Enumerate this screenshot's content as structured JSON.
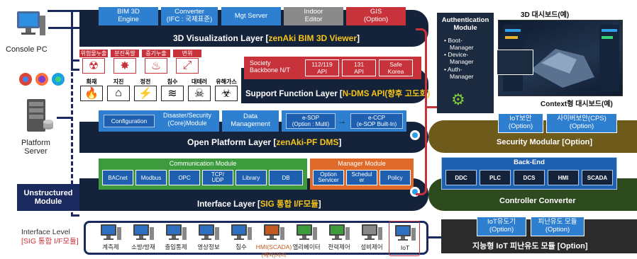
{
  "left": {
    "console_pc": "Console PC",
    "platform_server_line1": "Platform",
    "platform_server_line2": "Server",
    "unstructured_line1": "Unstructured",
    "unstructured_line2": "Module",
    "interface_level_line1": "Interface Level",
    "interface_level_line2": "[SIG 통합 I/F모듈]"
  },
  "viz": {
    "title_pre": "3D Visualization Layer [",
    "title_hl": "zenAki BIM 3D Viewer",
    "title_post": "]",
    "boxes": [
      {
        "l1": "BIM 3D",
        "l2": "Engine"
      },
      {
        "l1": "Converter",
        "l2": "(IFC : 국제표준)"
      },
      {
        "l1": "Mgt Server",
        "l2": ""
      },
      {
        "l1": "Indoor",
        "l2": "Editor"
      },
      {
        "l1": "GIS",
        "l2": "(Option)"
      }
    ]
  },
  "support": {
    "title_pre": "Support Function Layer [",
    "title_hl": "N-DMS API(향후 고도화)",
    "title_post": "]",
    "society_l1": "Society",
    "society_l2": "Backbone N/T",
    "apis": [
      {
        "l1": "112/119",
        "l2": "API"
      },
      {
        "l1": "131",
        "l2": "API"
      },
      {
        "l1": "Safe",
        "l2": "Korea"
      }
    ],
    "top_icons": [
      "위험물누출",
      "분진폭발",
      "증기누출",
      "변위"
    ],
    "bottom_icons": [
      "화재",
      "지진",
      "정전",
      "침수",
      "대테러",
      "유해가스"
    ]
  },
  "platform": {
    "title_pre": "Open Platform Layer [",
    "title_hl": "zenAki-PF DMS",
    "title_post": "]",
    "config": "Configuration",
    "disaster_l1": "Disaster/Security",
    "disaster_l2": "(Core)Module",
    "data_l1": "Data",
    "data_l2": "Management",
    "esop_l1": "e-SOP",
    "esop_l2": "(Option : Multi)",
    "eccp_l1": "e-CCP",
    "eccp_l2": "(e-SOP Built-In)"
  },
  "interface": {
    "title_pre": "Interface Layer [",
    "title_hl": "SIG 통합 I/F모듈",
    "title_post": "]",
    "comm_title": "Communication Module",
    "comm_items": [
      {
        "l1": "BACnet",
        "l2": ""
      },
      {
        "l1": "Modbus",
        "l2": ""
      },
      {
        "l1": "OPC",
        "l2": ""
      },
      {
        "l1": "TCP/",
        "l2": "UDP"
      },
      {
        "l1": "Library",
        "l2": ""
      },
      {
        "l1": "DB",
        "l2": ""
      }
    ],
    "mgr_title": "Manager Module",
    "mgr_items": [
      {
        "l1": "Option",
        "l2": "Servicer"
      },
      {
        "l1": "Schedul",
        "l2": "er"
      },
      {
        "l1": "Policy",
        "l2": ""
      }
    ]
  },
  "auth": {
    "title_l1": "Authentication",
    "title_l2": "Module",
    "items": [
      "Boot-",
      "Manager",
      "Device-",
      "Manager",
      "Auth-",
      "Manager"
    ]
  },
  "dashboards": {
    "d3": "3D 대시보드(예)",
    "context": "Context형 대시보드(예)"
  },
  "security": {
    "title": "Security Modular [Option]",
    "iot_l1": "IoT보안",
    "iot_l2": "(Option)",
    "cyber_l1": "사이버보안(CPS)",
    "cyber_l2": "(Option)"
  },
  "controller": {
    "backend": "Back-End",
    "items": [
      "DDC",
      "PLC",
      "DCS",
      "HMI",
      "SCADA"
    ],
    "title": "Controller Converter"
  },
  "iot_module": {
    "title": "지능형 IoT 피난유도 모듈 [Option]",
    "b1_l1": "IoT유도기",
    "b1_l2": "(Option)",
    "b2_l1": "피난유도 모듈",
    "b2_l2": "(Option)"
  },
  "devices": [
    {
      "label": "계측제",
      "sub": "",
      "color": "#2f6fc0"
    },
    {
      "label": "소방/방재",
      "sub": "",
      "color": "#2f6fc0"
    },
    {
      "label": "출입통제",
      "sub": "",
      "color": "#2f6fc0"
    },
    {
      "label": "영상정보",
      "sub": "",
      "color": "#2f6fc0"
    },
    {
      "label": "침수",
      "sub": "",
      "color": "#2f6fc0"
    },
    {
      "label": "HMI(SCADA)",
      "sub": "(예외)처리",
      "color": "#c05a20"
    },
    {
      "label": "엘리베이터",
      "sub": "",
      "color": "#3d9a3d"
    },
    {
      "label": "전력제어",
      "sub": "",
      "color": "#3d9a3d"
    },
    {
      "label": "설비제어",
      "sub": "",
      "color": "#888888"
    },
    {
      "label": "IoT",
      "sub": "",
      "color": "#2f6fc0"
    }
  ]
}
